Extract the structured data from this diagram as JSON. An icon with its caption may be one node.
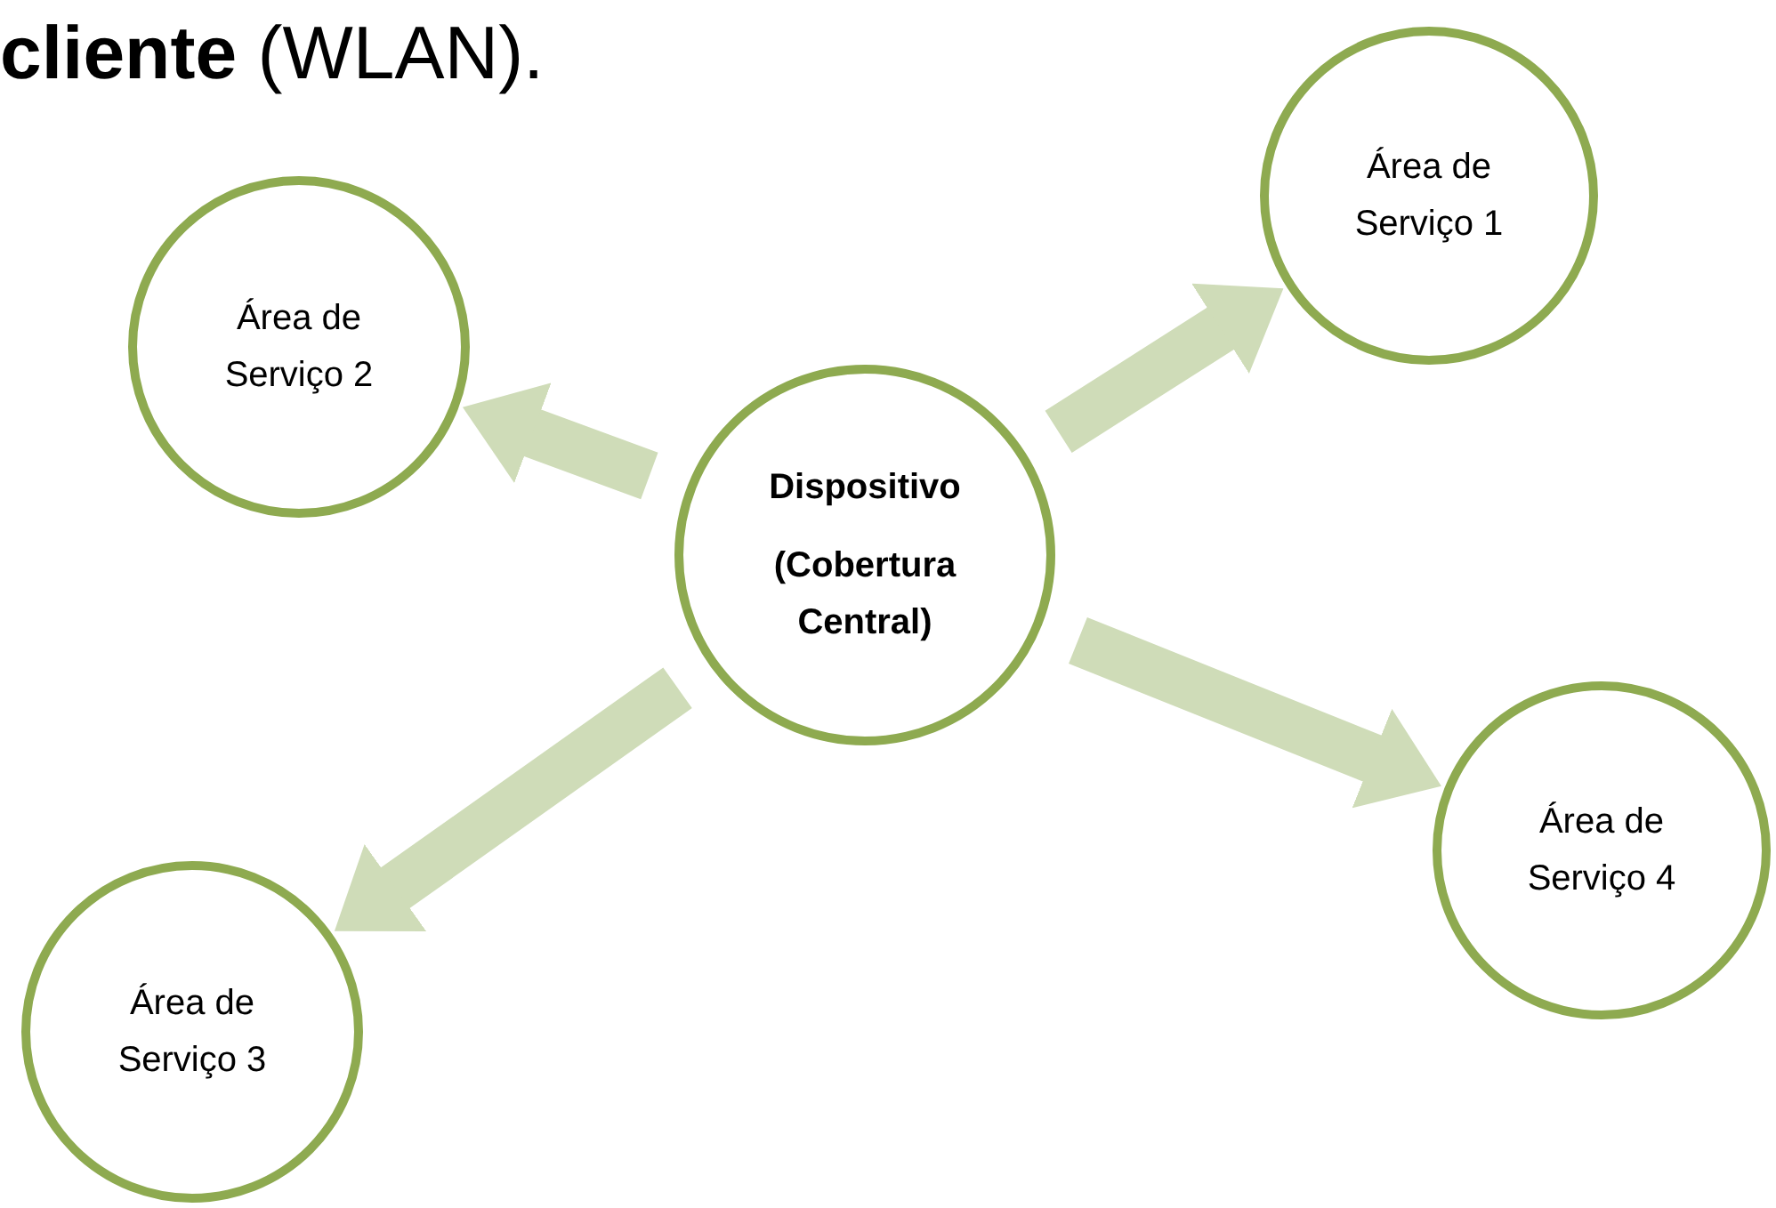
{
  "diagram": {
    "nodes": [
      {
        "text": [
          "Área de Serviço 1"
        ]
      },
      {
        "text": [
          "Área de Serviço 2"
        ]
      },
      {
        "text": [
          "Dispositivo",
          "(Cobertura Central)"
        ]
      },
      {
        "text": [
          "Área de Serviço 4"
        ]
      },
      {
        "text": [
          "Área de Serviço 3"
        ]
      }
    ],
    "edges": [
      {
        "from": 2,
        "to": 0,
        "arrow": "to"
      },
      {
        "from": 2,
        "to": 1,
        "arrow": "to"
      },
      {
        "from": 2,
        "to": 3,
        "arrow": "to"
      },
      {
        "from": 2,
        "to": 4,
        "arrow": "to"
      }
    ],
    "labels": [
      "**cliente** (WLAN)."
    ]
  }
}
